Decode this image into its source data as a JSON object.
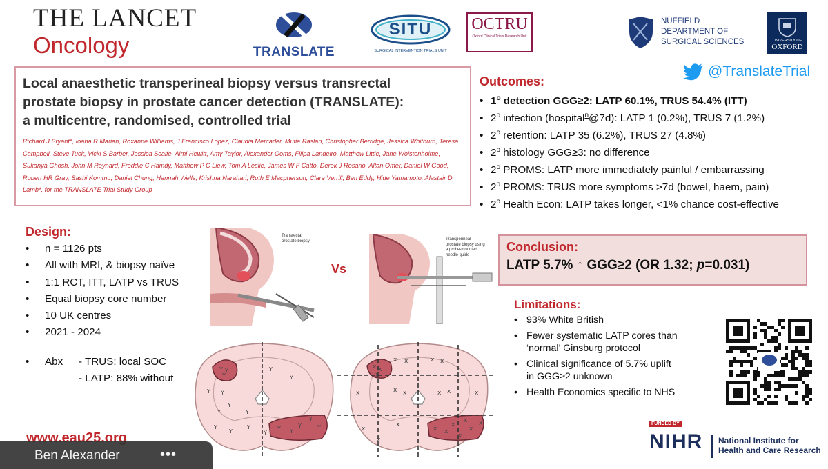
{
  "header": {
    "lancet_line1": "THE LANCET",
    "lancet_line2": "Oncology",
    "translate_logo": "TRANSLATE",
    "situ_logo": "SITU",
    "situ_sub": "SURGICAL INTERVENTION TRIALS UNIT",
    "octru_logo": "OCTRU",
    "octru_sub": "Oxford Clinical Trials Research Unit",
    "nuffield": [
      "NUFFIELD",
      "DEPARTMENT OF",
      "SURGICAL SCIENCES"
    ],
    "oxford": [
      "UNIVERSITY OF",
      "OXFORD"
    ]
  },
  "paper": {
    "title_lines": [
      "Local anaesthetic transperineal biopsy versus transrectal",
      "prostate biopsy in prostate cancer detection (TRANSLATE):",
      "a multicentre, randomised, controlled trial"
    ],
    "authors": "Richard J Bryant*, Ioana R Marian, Roxanne Williams, J Francisco Lopez, Claudia Mercader, Mutie Raslan, Christopher Berridge, Jessica Whitburn, Teresa Campbell, Steve Tuck, Vicki S Barber, Jessica Scaife, Aimi Hewitt, Amy Taylor, Alexander Ooms, Filipa Landeiro, Matthew Little, Jane Wolstenholme, Sukanya Ghosh, John M Reynard, Freddie C Hamdy, Matthew P C Liew, Tom A Leslie, James W F Catto, Derek J Rosario, Altan Omer, Daniel W Good, Robert HR Gray, Sashi Kommu, Daniel Chung, Hannah Wells, Krishna Narahari, Ruth E Macpherson, Clare Verrill, Ben Eddy, Hide Yamamoto, Alastair D Lamb*, for the TRANSLATE Trial Study Group"
  },
  "twitter_handle": "@TranslateTrial",
  "outcomes": {
    "heading": "Outcomes:",
    "items": [
      {
        "pre": "1",
        "post": " detection GGG≥2: LATP 60.1%, TRUS 54.4% (ITT)"
      },
      {
        "pre": "2",
        "post": " infection (hospital",
        "sup2": "n",
        "post2": "@7d): LATP 1 (0.2%), TRUS 7 (1.2%)"
      },
      {
        "pre": "2",
        "post": " retention: LATP 35 (6.2%), TRUS 27 (4.8%)"
      },
      {
        "pre": "2",
        "post": " histology GGG≥3: no difference"
      },
      {
        "pre": "2",
        "post": " PROMS: LATP more immediately painful / embarrassing"
      },
      {
        "pre": "2",
        "post": " PROMS: TRUS more symptoms >7d (bowel, haem, pain)"
      },
      {
        "pre": "2",
        "post": " Health Econ: LATP takes longer, <1% chance cost-effective"
      }
    ],
    "sup": "o"
  },
  "design": {
    "heading": "Design:",
    "items": [
      "n = 1126 pts",
      "All with MRI, & biopsy naïve",
      "1:1 RCT, ITT, LATP vs TRUS",
      "Equal biopsy core number",
      "10 UK centres",
      "2021 - 2024"
    ],
    "abx_label": "Abx",
    "abx_trus": "- TRUS: local SOC",
    "abx_latp": "- LATP: 88% without"
  },
  "diagram": {
    "transrectal_caption": [
      "Transrectal",
      "prostate biopsy"
    ],
    "vs": "Vs",
    "transperineal_caption": [
      "Transperineal",
      "prostate biopsy using",
      "a probe-mounted",
      "needle guide"
    ]
  },
  "conclusion": {
    "heading": "Conclusion:",
    "pre": "LATP 5.7% ↑ GGG≥2 (OR 1.32; ",
    "p": "p",
    "post": "=0.031)"
  },
  "limitations": {
    "heading": "Limitations:",
    "items": [
      [
        "93% White British"
      ],
      [
        "Fewer systematic LATP cores than",
        "‘normal’ Ginsburg protocol"
      ],
      [
        "Clinical significance of 5.7% uplift",
        "in GGG≥2 unknown"
      ],
      [
        "Health Economics specific to NHS"
      ]
    ]
  },
  "nihr": {
    "funded_by": "FUNDED BY",
    "logo": "NIHR",
    "name_line1": "National Institute for",
    "name_line2": "Health and Care Research"
  },
  "footer": {
    "url": "www.eau25.org",
    "speaker": "Ben Alexander",
    "more": "•••"
  },
  "colors": {
    "accent_red": "#c0282d",
    "box_pink": "#f3dede",
    "twitter_blue": "#1d9bf0",
    "prostate_fill": "#f8dada",
    "lesion_fill": "#c25a66",
    "translate_blue": "#2e4e9a"
  }
}
